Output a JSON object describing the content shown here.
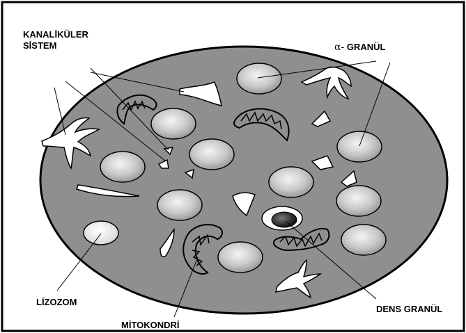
{
  "labels": {
    "canalicular_line1": "KANALİKÜLER",
    "canalicular_line2": "SİSTEM",
    "alpha_symbol": "α-",
    "alpha_granule": "GRANÜL",
    "lysosome": "LİZOZOM",
    "dense_granule": "DENS GRANÜL",
    "mitochondria": "MİTOKONDRİ"
  },
  "colors": {
    "cell_fill": "#8f8f8f",
    "outline": "#000000",
    "granule_light": "#f2f2f2",
    "granule_dark": "#9a9a9a",
    "background": "#ffffff"
  }
}
